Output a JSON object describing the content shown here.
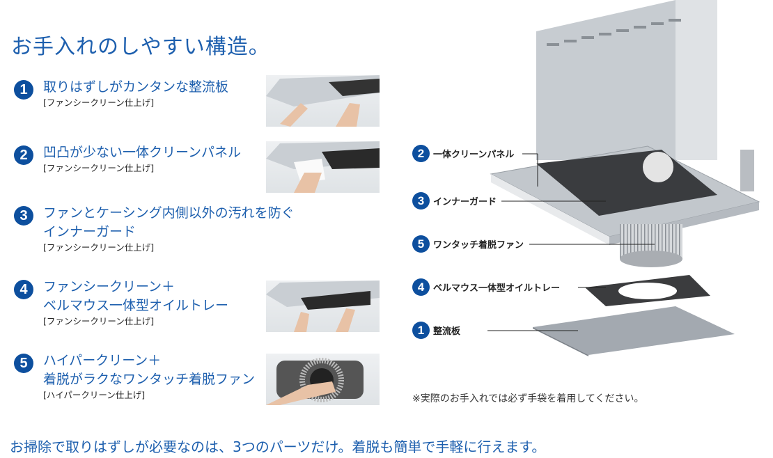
{
  "title": "お手入れのしやすい構造。",
  "features": [
    {
      "num": "1",
      "heading": [
        "取りはずしがカンタンな整流板"
      ],
      "finish": "[ファンシークリーン仕上げ]"
    },
    {
      "num": "2",
      "heading": [
        "凹凸が少ない一体クリーンパネル"
      ],
      "finish": "[ファンシークリーン仕上げ]"
    },
    {
      "num": "3",
      "heading": [
        "ファンとケーシング内側以外の汚れを防ぐ",
        "インナーガード"
      ],
      "finish": "[ファンシークリーン仕上げ]"
    },
    {
      "num": "4",
      "heading": [
        "ファンシークリーン＋",
        "ベルマウス一体型オイルトレー"
      ],
      "finish": "[ファンシークリーン仕上げ]"
    },
    {
      "num": "5",
      "heading": [
        "ハイパークリーン＋",
        "着脱がラクなワンタッチ着脱ファン"
      ],
      "finish": "[ハイパークリーン仕上げ]"
    }
  ],
  "diagram_labels": [
    {
      "num": "2",
      "text": "一体クリーンパネル"
    },
    {
      "num": "3",
      "text": "インナーガード"
    },
    {
      "num": "5",
      "text": "ワンタッチ着脱ファン"
    },
    {
      "num": "4",
      "text": "ベルマウス一体型オイルトレー"
    },
    {
      "num": "1",
      "text": "整流板"
    }
  ],
  "note": "※実際のお手入れでは必ず手袋を着用してください。",
  "bottom_text": "お掃除で取りはずしが必要なのは、3つのパーツだけ。着脱も簡単で手軽に行えます。",
  "colors": {
    "accent": "#1d5fae",
    "badge": "#0d4f9e"
  }
}
